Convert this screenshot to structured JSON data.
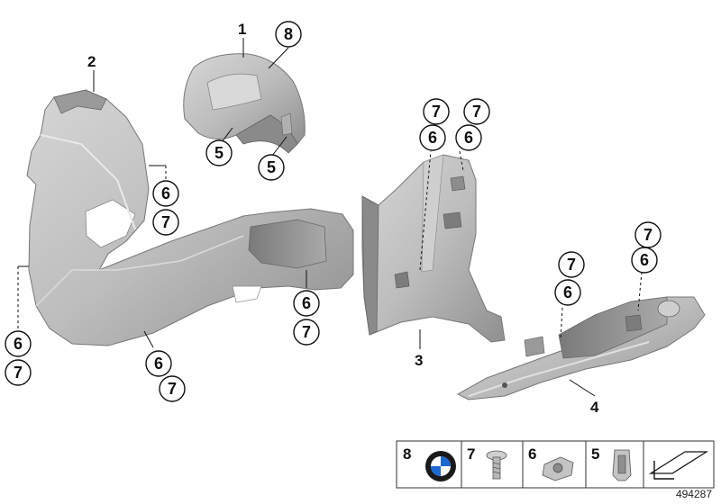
{
  "diagram": {
    "parts": [
      {
        "id": "1",
        "label": "1"
      },
      {
        "id": "2",
        "label": "2"
      },
      {
        "id": "3",
        "label": "3"
      },
      {
        "id": "4",
        "label": "4"
      }
    ],
    "callouts": [
      {
        "id": "c8",
        "label": "8"
      },
      {
        "id": "c5a",
        "label": "5"
      },
      {
        "id": "c5b",
        "label": "5"
      },
      {
        "id": "c6a",
        "label": "6"
      },
      {
        "id": "c7a",
        "label": "7"
      },
      {
        "id": "c6b",
        "label": "6"
      },
      {
        "id": "c7b",
        "label": "7"
      },
      {
        "id": "c6c",
        "label": "6"
      },
      {
        "id": "c7c",
        "label": "7"
      },
      {
        "id": "c6d",
        "label": "6"
      },
      {
        "id": "c7d",
        "label": "7"
      },
      {
        "id": "c7e",
        "label": "7"
      },
      {
        "id": "c6e",
        "label": "6"
      },
      {
        "id": "c7f",
        "label": "7"
      },
      {
        "id": "c6f",
        "label": "6"
      },
      {
        "id": "c7g",
        "label": "7"
      },
      {
        "id": "c6g",
        "label": "6"
      },
      {
        "id": "c7h",
        "label": "7"
      },
      {
        "id": "c6h",
        "label": "6"
      }
    ],
    "legend": [
      {
        "label": "8",
        "icon": "bmw-logo-icon"
      },
      {
        "label": "7",
        "icon": "screw-icon"
      },
      {
        "label": "6",
        "icon": "clip-nut-icon"
      },
      {
        "label": "5",
        "icon": "spring-clip-icon"
      },
      {
        "label": "",
        "icon": "arrow-icon"
      }
    ],
    "document_id": "494287"
  }
}
